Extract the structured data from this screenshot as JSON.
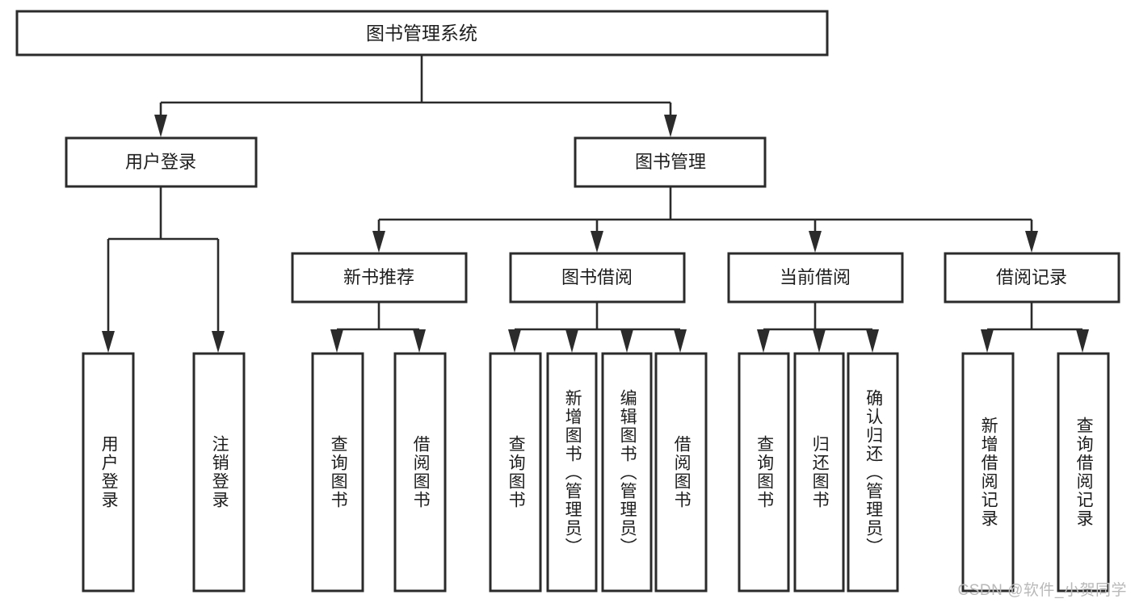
{
  "diagram": {
    "type": "tree-hierarchy-flowchart",
    "title": "图书管理系统",
    "orientation": "top-down",
    "colors": {
      "box_stroke": "#2b2b2b",
      "box_fill": "#ffffff",
      "connector": "#2b2b2b",
      "text": "#1d1d1d",
      "watermark": "#b9b9b9",
      "background": "#ffffff"
    },
    "root": {
      "id": "root",
      "label": "图书管理系统"
    },
    "level1": [
      {
        "id": "user-login",
        "label": "用户登录"
      },
      {
        "id": "book-manage",
        "label": "图书管理"
      }
    ],
    "level2": [
      {
        "id": "new-book-recommend",
        "label": "新书推荐",
        "parent": "book-manage"
      },
      {
        "id": "book-borrow",
        "label": "图书借阅",
        "parent": "book-manage"
      },
      {
        "id": "current-borrow",
        "label": "当前借阅",
        "parent": "book-manage"
      },
      {
        "id": "borrow-record",
        "label": "借阅记录",
        "parent": "book-manage"
      }
    ],
    "leaves": [
      {
        "id": "leaf-user-login",
        "label": "用户登录",
        "parent": "user-login"
      },
      {
        "id": "leaf-logout-login",
        "label": "注销登录",
        "parent": "user-login"
      },
      {
        "id": "leaf-query-book-1",
        "label": "查询图书",
        "parent": "new-book-recommend"
      },
      {
        "id": "leaf-borrow-book-1",
        "label": "借阅图书",
        "parent": "new-book-recommend"
      },
      {
        "id": "leaf-query-book-2",
        "label": "查询图书",
        "parent": "book-borrow"
      },
      {
        "id": "leaf-add-book",
        "label": "新增图书（管理员）",
        "parent": "book-borrow"
      },
      {
        "id": "leaf-edit-book",
        "label": "编辑图书（管理员）",
        "parent": "book-borrow"
      },
      {
        "id": "leaf-borrow-book-2",
        "label": "借阅图书",
        "parent": "book-borrow"
      },
      {
        "id": "leaf-query-book-3",
        "label": "查询图书",
        "parent": "current-borrow"
      },
      {
        "id": "leaf-return-book",
        "label": "归还图书",
        "parent": "current-borrow"
      },
      {
        "id": "leaf-confirm-return",
        "label": "确认归还（管理员）",
        "parent": "current-borrow"
      },
      {
        "id": "leaf-add-record",
        "label": "新增借阅记录",
        "parent": "borrow-record"
      },
      {
        "id": "leaf-query-record",
        "label": "查询借阅记录",
        "parent": "borrow-record"
      }
    ]
  },
  "watermark": {
    "text": "CSDN @软件_小贺同学"
  }
}
